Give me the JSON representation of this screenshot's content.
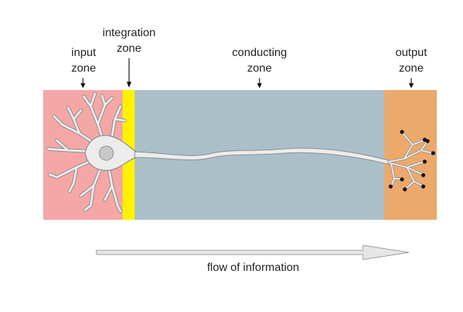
{
  "zones": {
    "input": {
      "line1": "input",
      "line2": "zone",
      "color": "#f5a7a6"
    },
    "integration": {
      "line1": "integration",
      "line2": "zone",
      "color": "#fff200"
    },
    "conducting": {
      "line1": "conducting",
      "line2": "zone",
      "color": "#abbfc9"
    },
    "output": {
      "line1": "output",
      "line2": "zone",
      "color": "#eba96c"
    }
  },
  "flow": {
    "label": "flow of information"
  },
  "colors": {
    "neuron_fill": "#ececec",
    "neuron_stroke": "#8a8a8a",
    "terminal": "#111111"
  },
  "icons": [
    "neuron-icon",
    "arrow-down-icon",
    "arrow-right-icon"
  ]
}
